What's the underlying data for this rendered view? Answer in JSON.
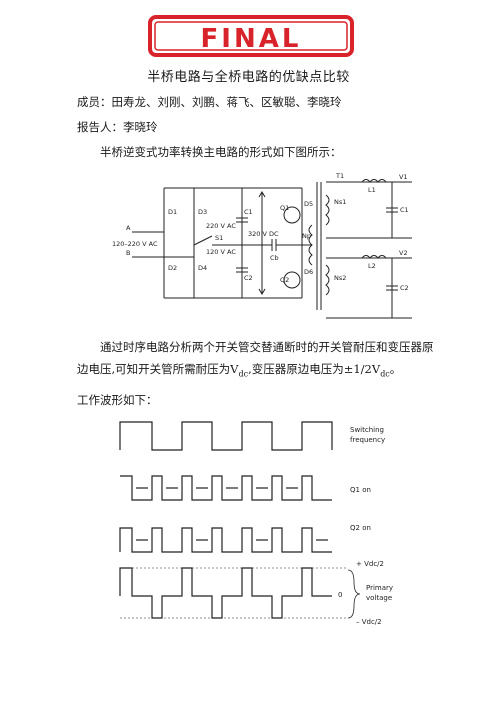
{
  "stamp": {
    "text": "FINAL",
    "color": "#d9232a"
  },
  "title": "半桥电路与全桥电路的优缺点比较",
  "members": "成员：田寿龙、刘刚、刘鹏、蒋飞、区敏聪、李晓玲",
  "reporter": "报告人：李晓玲",
  "intro": "半桥逆变式功率转换主电路的形式如下图所示：",
  "analysis": {
    "part1": "通过时序电路分析两个开关管交替通断时的开关管耐压和变压器原边电压,可知开关管所需耐压为V",
    "sub1": "dc",
    "part2": ",变压器原边电压为±1/2V",
    "sub2": "dc",
    "part3": "。"
  },
  "waveform_intro": "工作波形如下：",
  "circuit_labels": {
    "a": "A",
    "b": "B",
    "input": "120–220 V AC",
    "d1": "D1",
    "d2": "D2",
    "d3": "D3",
    "d4": "D4",
    "v220": "220 V AC",
    "s1": "S1",
    "v120": "120 V AC",
    "c1": "C1",
    "c2": "C2",
    "vdc": "320 V DC",
    "cb": "Cb",
    "q1": "Q1",
    "q2": "Q2",
    "d5": "D5",
    "d6": "D6",
    "t1": "T1",
    "np": "Np",
    "ns1": "Ns1",
    "ns2": "Ns2",
    "l1": "L1",
    "l2": "L2",
    "c1o": "C1",
    "c2o": "C2",
    "v1": "V1",
    "v2": "V2"
  },
  "waveform_labels": {
    "sw1": "Switching",
    "sw2": "frequency",
    "q1": "Q1 on",
    "q2": "Q2 on",
    "vpos": "+ Vdc/2",
    "zero": "0",
    "prim1": "Primary",
    "prim2": "voltage",
    "vneg": "– Vdc/2"
  }
}
